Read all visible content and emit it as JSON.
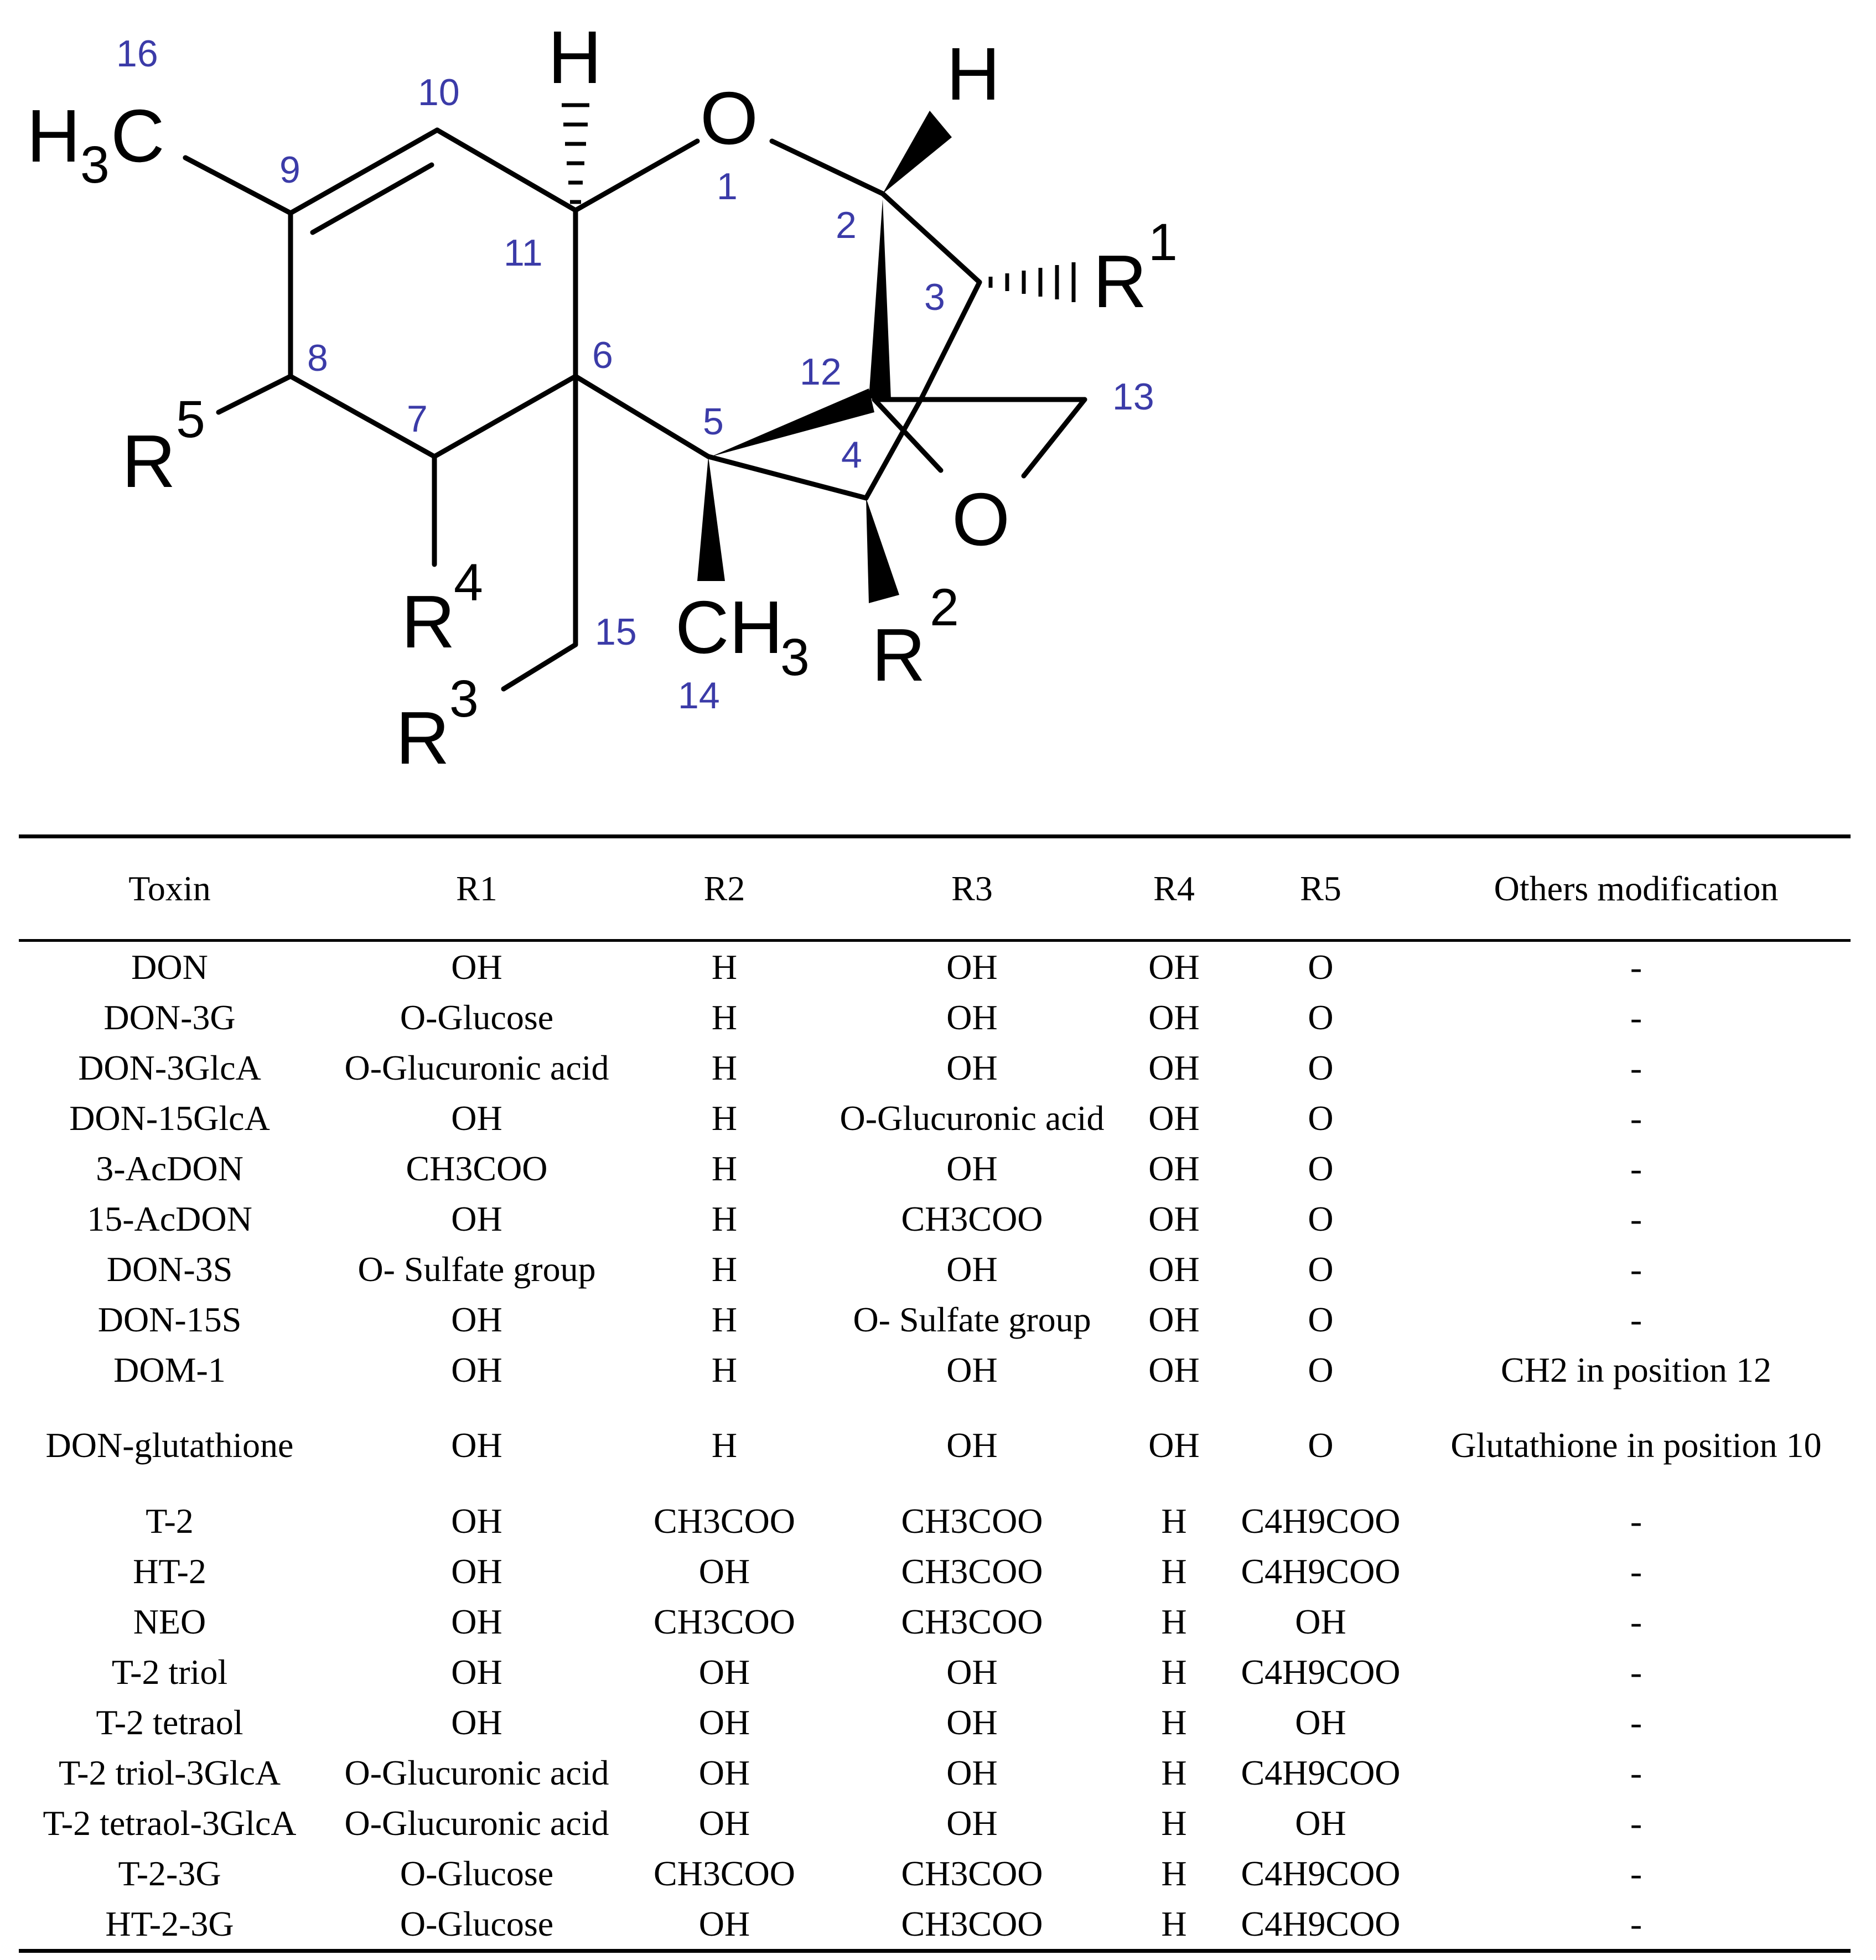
{
  "structure": {
    "atoms": {
      "o1": "O",
      "o13": "O",
      "h_top_left": "H",
      "h_top_right": "H",
      "ch3_left_main": "H",
      "ch3_left_sub": "3",
      "ch3_left_tail": "C",
      "ch3_bottom_main": "CH",
      "ch3_bottom_sub": "3",
      "r1": "R",
      "r1_sup": "1",
      "r2": "R",
      "r2_sup": "2",
      "r3": "R",
      "r3_sup": "3",
      "r4": "R",
      "r4_sup": "4",
      "r5": "R",
      "r5_sup": "5"
    },
    "numbering": [
      "1",
      "2",
      "3",
      "4",
      "5",
      "6",
      "7",
      "8",
      "9",
      "10",
      "11",
      "12",
      "13",
      "14",
      "15",
      "16"
    ]
  },
  "table": {
    "headers": [
      "Toxin",
      "R1",
      "R2",
      "R3",
      "R4",
      "R5",
      "Others modification"
    ],
    "rows": [
      [
        "DON",
        "OH",
        "H",
        "OH",
        "OH",
        "O",
        "-"
      ],
      [
        "DON-3G",
        "O-Glucose",
        "H",
        "OH",
        "OH",
        "O",
        "-"
      ],
      [
        "DON-3GlcA",
        "O-Glucuronic acid",
        "H",
        "OH",
        "OH",
        "O",
        "-"
      ],
      [
        "DON-15GlcA",
        "OH",
        "H",
        "O-Glucuronic acid",
        "OH",
        "O",
        "-"
      ],
      [
        "3-AcDON",
        "CH3COO",
        "H",
        "OH",
        "OH",
        "O",
        "-"
      ],
      [
        "15-AcDON",
        "OH",
        "H",
        "CH3COO",
        "OH",
        "O",
        "-"
      ],
      [
        "DON-3S",
        "O- Sulfate group",
        "H",
        "OH",
        "OH",
        "O",
        "-"
      ],
      [
        "DON-15S",
        "OH",
        "H",
        "O- Sulfate group",
        "OH",
        "O",
        "-"
      ],
      [
        "DOM-1",
        "OH",
        "H",
        "OH",
        "OH",
        "O",
        "CH2 in position 12"
      ],
      [
        "DON-glutathione",
        "OH",
        "H",
        "OH",
        "OH",
        "O",
        "Glutathione in position 10"
      ],
      [
        "T-2",
        "OH",
        "CH3COO",
        "CH3COO",
        "H",
        "C4H9COO",
        "-"
      ],
      [
        "HT-2",
        "OH",
        "OH",
        "CH3COO",
        "H",
        "C4H9COO",
        "-"
      ],
      [
        "NEO",
        "OH",
        "CH3COO",
        "CH3COO",
        "H",
        "OH",
        "-"
      ],
      [
        "T-2 triol",
        "OH",
        "OH",
        "OH",
        "H",
        "C4H9COO",
        "-"
      ],
      [
        "T-2 tetraol",
        "OH",
        "OH",
        "OH",
        "H",
        "OH",
        "-"
      ],
      [
        "T-2 triol-3GlcA",
        "O-Glucuronic acid",
        "OH",
        "OH",
        "H",
        "C4H9COO",
        "-"
      ],
      [
        "T-2 tetraol-3GlcA",
        "O-Glucuronic acid",
        "OH",
        "OH",
        "H",
        "OH",
        "-"
      ],
      [
        "T-2-3G",
        "O-Glucose",
        "CH3COO",
        "CH3COO",
        "H",
        "C4H9COO",
        "-"
      ],
      [
        "HT-2-3G",
        "O-Glucose",
        "OH",
        "CH3COO",
        "H",
        "C4H9COO",
        "-"
      ]
    ]
  }
}
